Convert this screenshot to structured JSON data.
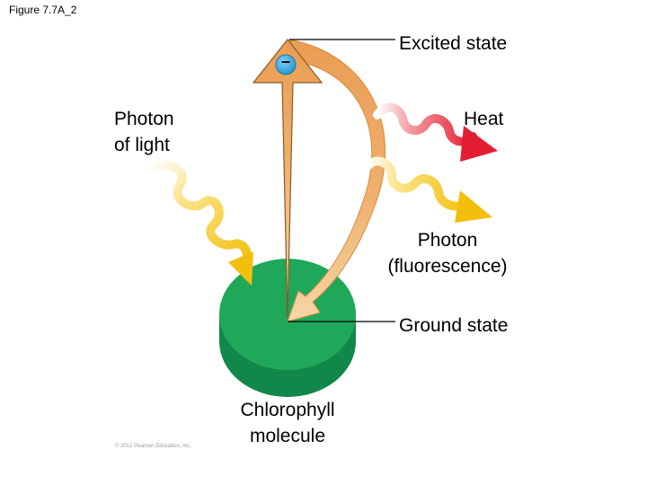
{
  "figure_label": "Figure 7.7A_2",
  "labels": {
    "excited_state": "Excited state",
    "heat": "Heat",
    "photon_of_light_line1": "Photon",
    "photon_of_light_line2": "of light",
    "photon_fluorescence_line1": "Photon",
    "photon_fluorescence_line2": "(fluorescence)",
    "ground_state": "Ground state",
    "chlorophyll_line1": "Chlorophyll",
    "chlorophyll_line2": "molecule"
  },
  "electron_symbol": "–",
  "copyright": "© 2012 Pearson Education, Inc.",
  "colors": {
    "molecule_top": "#1fa85a",
    "molecule_side": "#12884a",
    "energy_arrow": "#eda75e",
    "energy_arrow_light": "#f8dcb4",
    "electron": "#35a9e0",
    "heat_wave": "#e8283a",
    "light_wave": "#f2c010",
    "leader_line": "#000000"
  }
}
